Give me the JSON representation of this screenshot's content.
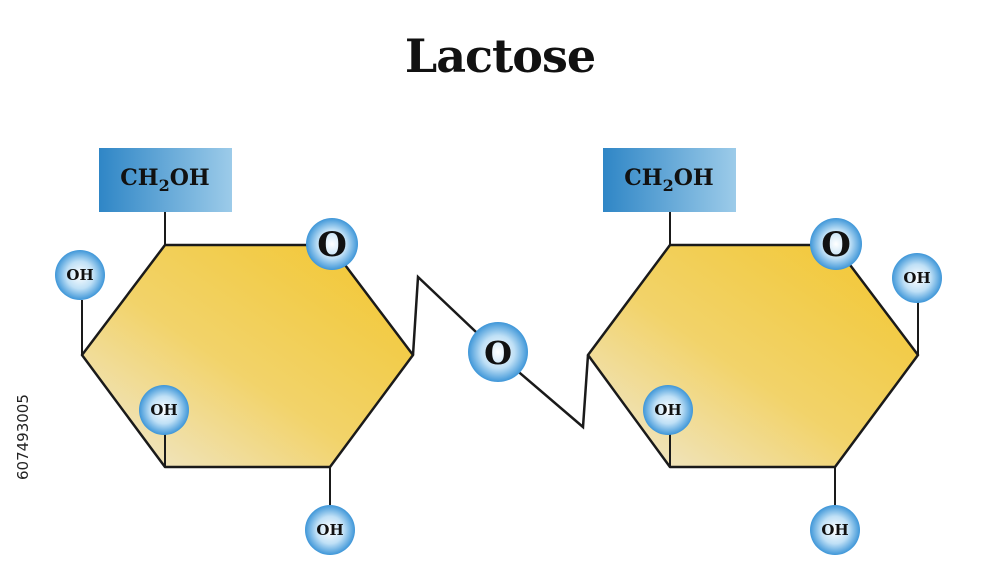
{
  "title": "Lactose",
  "colors": {
    "ring_fill_light": "#efe9d8",
    "ring_fill_mid": "#f2d36a",
    "ring_fill_dark": "#f3c62e",
    "ring_stroke": "#1a1a1a",
    "label_box_light": "#9ccbe9",
    "label_box_dark": "#2f86c6",
    "glow_core": "#ffffff",
    "glow_edge": "#3e96d8"
  },
  "left_ring": {
    "ch2oh": {
      "ch": "CH",
      "sub": "2",
      "oh": "OH"
    },
    "ring_oxygen": "O",
    "oh_top_left": "OH",
    "oh_inner": "OH",
    "oh_bottom": "OH"
  },
  "bridge_oxygen": "O",
  "right_ring": {
    "ch2oh": {
      "ch": "CH",
      "sub": "2",
      "oh": "OH"
    },
    "ring_oxygen": "O",
    "oh_right": "OH",
    "oh_inner": "OH",
    "oh_bottom": "OH"
  },
  "watermark": "607493005"
}
